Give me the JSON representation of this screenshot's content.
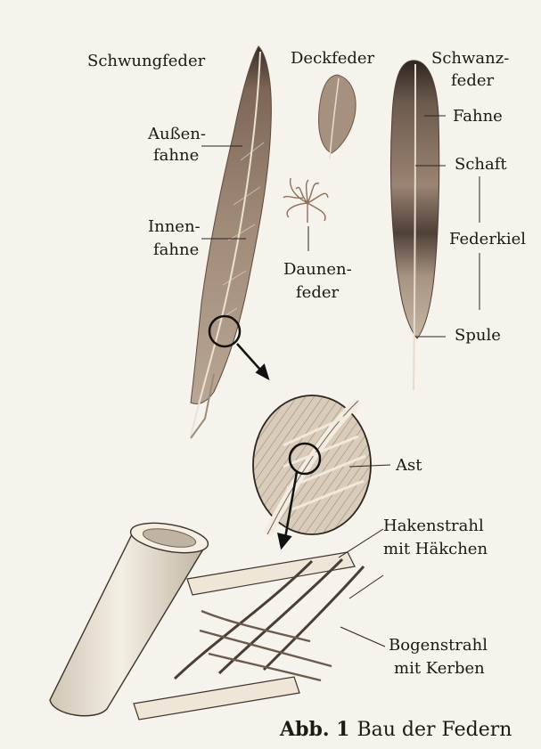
{
  "figure": {
    "caption_number": "Abb. 1",
    "caption_title": "Bau der Federn"
  },
  "labels": {
    "schwungfeder": "Schwungfeder",
    "deckfeder": "Deckfeder",
    "schwanzfeder_1": "Schwanz-",
    "schwanzfeder_2": "feder",
    "aussenfahne_1": "Außen-",
    "aussenfahne_2": "fahne",
    "innenfahne_1": "Innen-",
    "innenfahne_2": "fahne",
    "daunenfeder_1": "Daunen-",
    "daunenfeder_2": "feder",
    "fahne": "Fahne",
    "schaft": "Schaft",
    "federkiel": "Federkiel",
    "spule": "Spule",
    "ast": "Ast",
    "hakenstrahl_1": "Hakenstrahl",
    "hakenstrahl_2": "mit Häkchen",
    "bogenstrahl_1": "Bogenstrahl",
    "bogenstrahl_2": "mit Kerben"
  },
  "colors": {
    "background": "#f6f3ec",
    "feather_dark": "#3c2f27",
    "feather_mid": "#8c7766",
    "feather_light": "#c9b8a6",
    "shaft": "#e8ddd0",
    "line": "#2a2420"
  }
}
